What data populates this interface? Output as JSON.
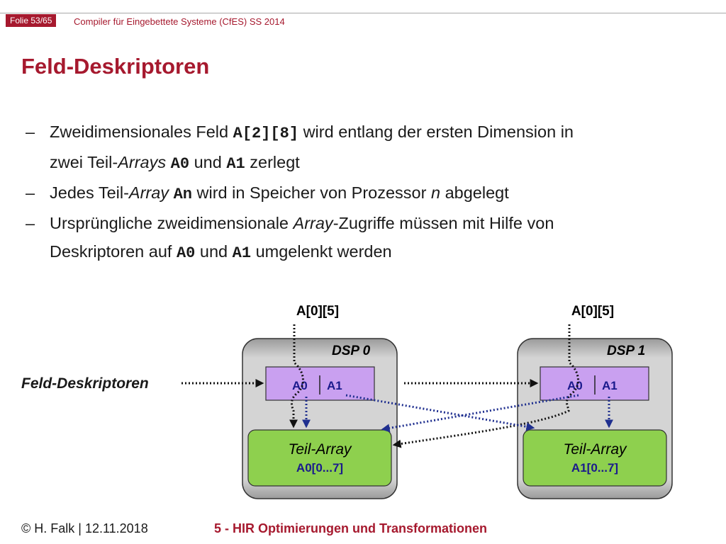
{
  "header": {
    "slide_number": "Folie 53/65",
    "course": "Compiler für Eingebettete Systeme (CfES) SS 2014"
  },
  "title": "Feld-Deskriptoren",
  "bullets": [
    {
      "dash": "–",
      "parts": [
        "Zweidimensionales Feld ",
        "A[2][8]",
        " wird entlang der ersten Dimension in",
        "zwei Teil-",
        "Arrays",
        " ",
        "A0",
        " und ",
        "A1",
        " zerlegt"
      ]
    },
    {
      "dash": "–",
      "parts": [
        "Jedes Teil-",
        "Array",
        " ",
        "An",
        " wird in Speicher von Prozessor ",
        "n",
        " abgelegt"
      ]
    },
    {
      "dash": "–",
      "parts": [
        "Ursprüngliche zweidimensionale ",
        "Array",
        "-Zugriffe müssen mit Hilfe von",
        "Deskriptoren auf ",
        "A0",
        " und ",
        "A1",
        " umgelenkt werden"
      ]
    }
  ],
  "diagram": {
    "side_label": "Feld-Deskriptoren",
    "access_label": "A[0][5]",
    "dsps": [
      {
        "name": "DSP 0",
        "desc_left": "A0",
        "desc_right": "A1",
        "array_label": "Teil-Array",
        "array_range": "A0[0...7]"
      },
      {
        "name": "DSP 1",
        "desc_left": "A0",
        "desc_right": "A1",
        "array_label": "Teil-Array",
        "array_range": "A1[0...7]"
      }
    ]
  },
  "footer": {
    "author": "© H. Falk | 12.11.2018",
    "chapter": "5 - HIR Optimierungen und Transformationen"
  },
  "colors": {
    "accent": "#a6192e",
    "descriptor_fill": "#c9a0f0",
    "array_fill": "#8ed04e",
    "mono_blue": "#1a1a8c",
    "arrow_blue": "#1f2f8f"
  }
}
